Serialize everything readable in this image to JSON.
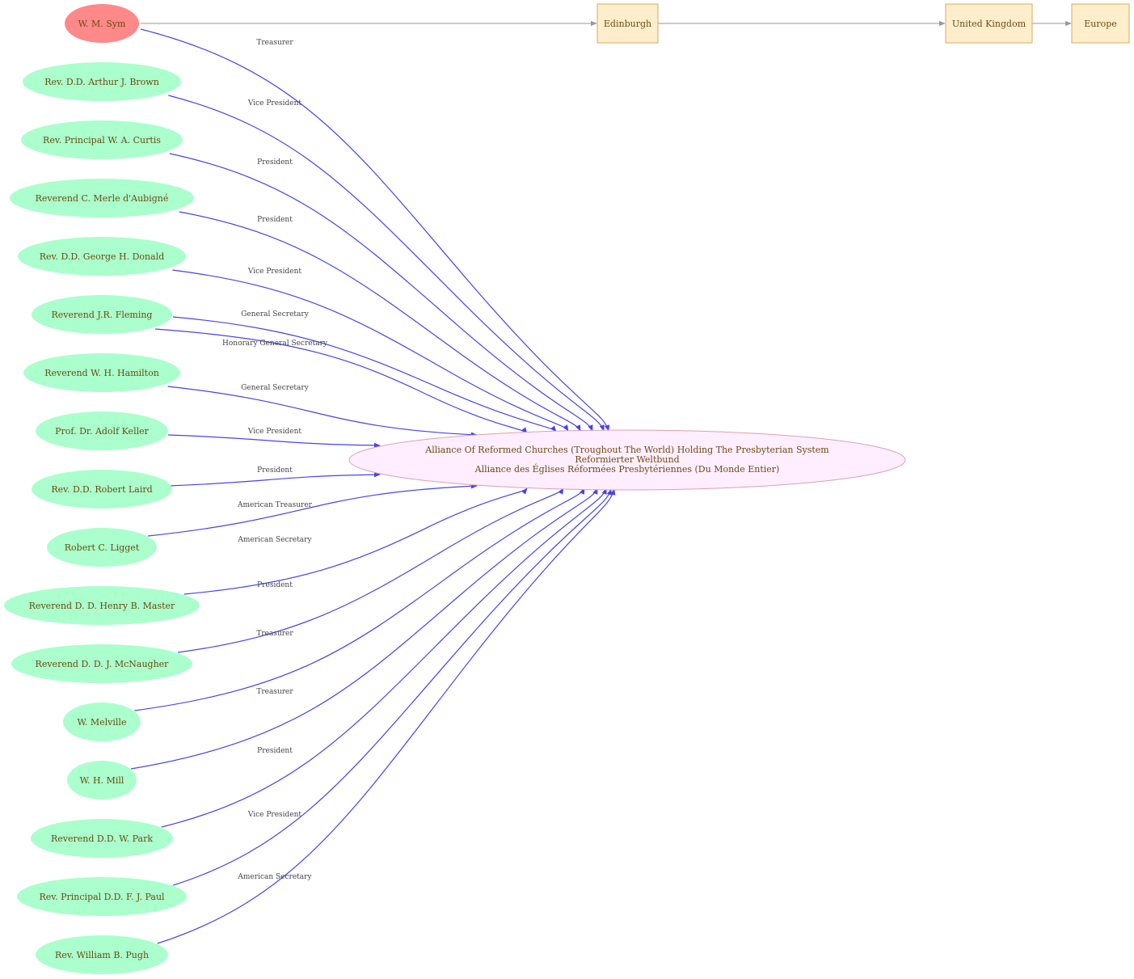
{
  "organization": {
    "lines": [
      "Alliance Of Reformed Churches (Troughout The World) Holding The Presbyterian System",
      "Reformierter Weltbund",
      "Alliance des Églises Réformées Presbytériennes (Du Monde Entier)"
    ]
  },
  "locations": [
    "Edinburgh",
    "United Kingdom",
    "Europe"
  ],
  "people": [
    {
      "name": "W. M. Sym",
      "role": "Treasurer",
      "highlight": true
    },
    {
      "name": "Rev. D.D. Arthur J. Brown",
      "role": "Vice President"
    },
    {
      "name": "Rev. Principal W. A. Curtis",
      "role": "President"
    },
    {
      "name": "Reverend C. Merle d'Aubigné",
      "role": "President"
    },
    {
      "name": "Rev. D.D. George H. Donald",
      "role": "Vice President"
    },
    {
      "name": "Reverend J.R. Fleming",
      "role": "General Secretary",
      "role2": "Honorary General Secretary"
    },
    {
      "name": "Reverend W. H. Hamilton",
      "role": "General Secretary"
    },
    {
      "name": "Prof. Dr. Adolf Keller",
      "role": "Vice President"
    },
    {
      "name": "Rev. D.D. Robert Laird",
      "role": "President"
    },
    {
      "name": "Robert C. Ligget",
      "role": "American Treasurer"
    },
    {
      "name": "Reverend D. D. Henry B. Master",
      "role": "American Secretary"
    },
    {
      "name": "Reverend D. D. J. McNaugher",
      "role": "President"
    },
    {
      "name": "W. Melville",
      "role": "Treasurer"
    },
    {
      "name": "W. H. Mill",
      "role": "Treasurer"
    },
    {
      "name": "Reverend D.D. W. Park",
      "role": "President"
    },
    {
      "name": "Rev. Principal D.D. F. J. Paul",
      "role": "Vice President"
    },
    {
      "name": "Rev. William B. Pugh",
      "role": "American Secretary"
    }
  ],
  "colors": {
    "person": "#aaffcc",
    "highlight": "#ff8888",
    "organization": "#ffeeff",
    "location": "#ffeecc",
    "edge": "#4444ee",
    "location_edge": "#999999",
    "text": "#6b4a12"
  }
}
